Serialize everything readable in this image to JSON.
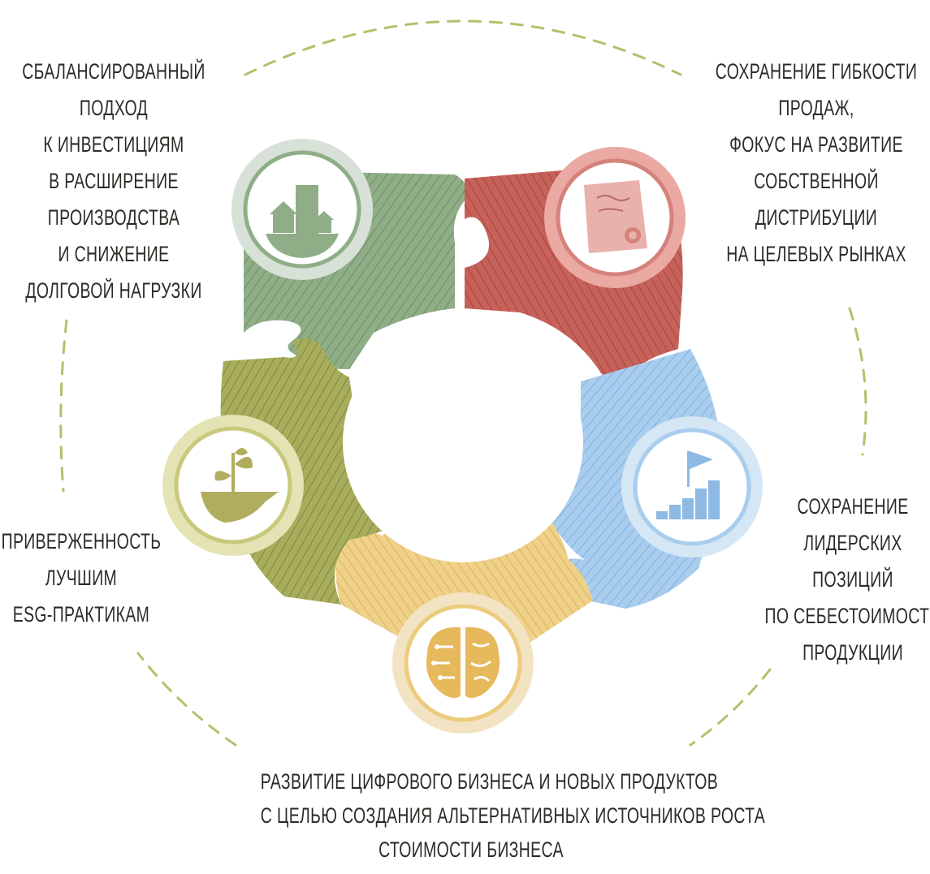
{
  "goals": [
    {
      "id": "tl",
      "lines": [
        "СБАЛАНСИРОВАННЫЙ",
        "ПОДХОД",
        "К ИНВЕСТИЦИЯМ",
        "В РАСШИРЕНИЕ",
        "ПРОИЗВОДСТВА",
        "И СНИЖЕНИЕ",
        "ДОЛГОВОЙ НАГРУЗКИ"
      ],
      "color": "#8fae87",
      "icon": "city-icon"
    },
    {
      "id": "tr",
      "lines": [
        "СОХРАНЕНИЕ ГИБКОСТИ",
        "ПРОДАЖ,",
        "ФОКУС НА РАЗВИТИЕ",
        "СОБСТВЕННОЙ",
        "ДИСТРИБУЦИИ",
        "НА ЦЕЛЕВЫХ РЫНКАХ"
      ],
      "color": "#c7625a",
      "icon": "document-seal-icon"
    },
    {
      "id": "r",
      "lines": [
        "СОХРАНЕНИЕ",
        "ЛИДЕРСКИХ",
        "ПОЗИЦИЙ",
        "ПО СЕБЕСТОИМОСТИ",
        "ПРОДУКЦИИ"
      ],
      "color": "#9cc3e6",
      "icon": "flag-stairs-icon"
    },
    {
      "id": "b",
      "lines": [
        "РАЗВИТИЕ ЦИФРОВОГО БИЗНЕСА И НОВЫХ ПРОДУКТОВ",
        "С ЦЕЛЬЮ СОЗДАНИЯ АЛЬТЕРНАТИВНЫХ ИСТОЧНИКОВ РОСТА",
        "СТОИМОСТИ БИЗНЕСА"
      ],
      "color": "#eccb7c",
      "icon": "brain-circuit-icon"
    },
    {
      "id": "l",
      "lines": [
        "ПРИВЕРЖЕННОСТЬ",
        "ЛУЧШИМ",
        "ESG-ПРАКТИКАМ"
      ],
      "color": "#a5ab56",
      "icon": "sprout-icon"
    }
  ],
  "colors": {
    "dash": "#b7be6a",
    "text": "#2e2a26"
  }
}
